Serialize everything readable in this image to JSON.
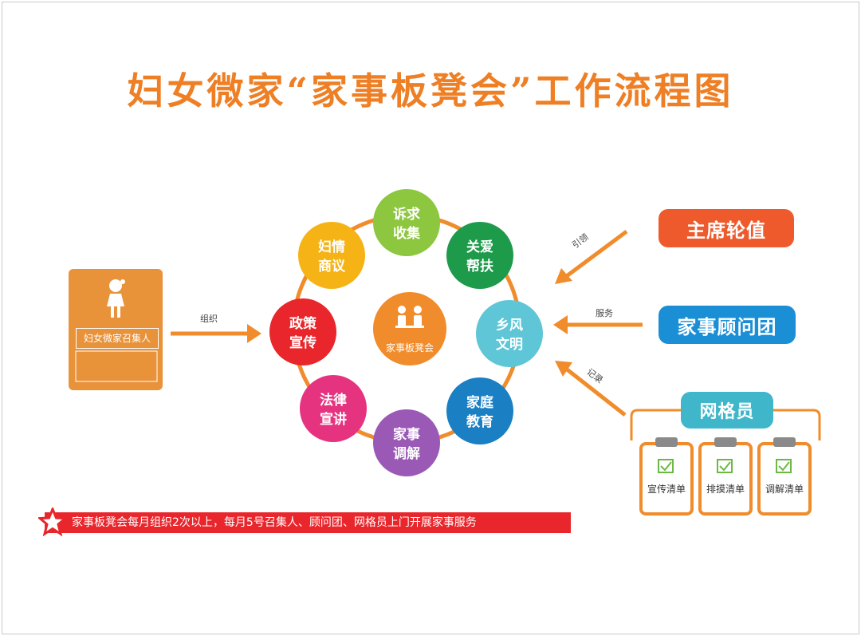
{
  "title": "妇女微家“家事板凳会”工作流程图",
  "convener": {
    "label": "妇女微家召集人"
  },
  "arrows": {
    "organize": "组织",
    "lead": "引领",
    "service": "服务",
    "record": "记录"
  },
  "center": {
    "label": "家事板凳会",
    "color": "#f08c2b"
  },
  "nodes": [
    {
      "line1": "诉求",
      "line2": "收集",
      "color": "#8dc63f"
    },
    {
      "line1": "关爱",
      "line2": "帮扶",
      "color": "#1e9a4b"
    },
    {
      "line1": "乡风",
      "line2": "文明",
      "color": "#5ec6d6"
    },
    {
      "line1": "家庭",
      "line2": "教育",
      "color": "#1b7fc3"
    },
    {
      "line1": "家事",
      "line2": "调解",
      "color": "#9b59b6"
    },
    {
      "line1": "法律",
      "line2": "宣讲",
      "color": "#e6337f"
    },
    {
      "line1": "政策",
      "line2": "宣传",
      "color": "#e8262c"
    },
    {
      "line1": "妇情",
      "line2": "商议",
      "color": "#f5b316"
    }
  ],
  "right": {
    "chair": "主席轮值",
    "advisory": "家事顾问团",
    "grid": "网格员",
    "lists": [
      "宣传清单",
      "排摸清单",
      "调解清单"
    ]
  },
  "footer": "家事板凳会每月组织2次以上，每月5号召集人、顾问团、网格员上门开展家事服务"
}
